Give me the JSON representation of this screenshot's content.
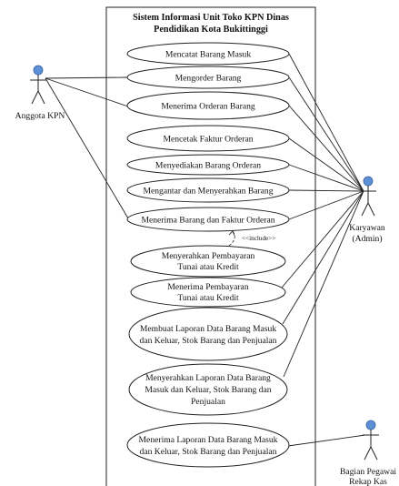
{
  "system": {
    "title_lines": [
      "Sistem Informasi Unit Toko KPN Dinas",
      "Pendidikan Kota Bukittinggi"
    ]
  },
  "actors": [
    {
      "id": "anggota",
      "label_lines": [
        "Anggota KPN"
      ]
    },
    {
      "id": "karyawan",
      "label_lines": [
        "Karyawan",
        "(Admin)"
      ]
    },
    {
      "id": "pegawai",
      "label_lines": [
        "Bagian Pegawai",
        "Rekap Kas"
      ]
    }
  ],
  "use_cases": [
    {
      "id": "uc1",
      "lines": [
        "Mencatat Barang Masuk"
      ]
    },
    {
      "id": "uc2",
      "lines": [
        "Mengorder Barang"
      ]
    },
    {
      "id": "uc3",
      "lines": [
        "Menerima Orderan Barang"
      ]
    },
    {
      "id": "uc4",
      "lines": [
        "Mencetak Faktur Orderan"
      ]
    },
    {
      "id": "uc5",
      "lines": [
        "Menyediakan Barang Orderan"
      ]
    },
    {
      "id": "uc6",
      "lines": [
        "Mengantar dan Menyerahkan Barang"
      ]
    },
    {
      "id": "uc7",
      "lines": [
        "Menerima Barang dan Faktur Orderan"
      ]
    },
    {
      "id": "uc8",
      "lines": [
        "Menyerahkan Pembayaran",
        "Tunai atau Kredit"
      ]
    },
    {
      "id": "uc9",
      "lines": [
        "Menerima Pembayaran",
        "Tunai atau Kredit"
      ]
    },
    {
      "id": "uc10",
      "lines": [
        "Membuat Laporan Data Barang Masuk",
        "dan Keluar, Stok Barang dan Penjualan"
      ]
    },
    {
      "id": "uc11",
      "lines": [
        "Menyerahkan Laporan Data Barang",
        "Masuk dan Keluar, Stok Barang dan",
        "Penjualan"
      ]
    },
    {
      "id": "uc12",
      "lines": [
        "Menerima Laporan Data Barang Masuk",
        "dan Keluar, Stok Barang dan Penjualan"
      ]
    }
  ],
  "relations": {
    "include_label": "<<include>>",
    "associations": [
      [
        "anggota",
        "uc2"
      ],
      [
        "anggota",
        "uc3"
      ],
      [
        "anggota",
        "uc7"
      ],
      [
        "karyawan",
        "uc1"
      ],
      [
        "karyawan",
        "uc2"
      ],
      [
        "karyawan",
        "uc3"
      ],
      [
        "karyawan",
        "uc4"
      ],
      [
        "karyawan",
        "uc5"
      ],
      [
        "karyawan",
        "uc6"
      ],
      [
        "karyawan",
        "uc7"
      ],
      [
        "karyawan",
        "uc9"
      ],
      [
        "karyawan",
        "uc10"
      ],
      [
        "karyawan",
        "uc11"
      ],
      [
        "pegawai",
        "uc12"
      ]
    ]
  }
}
